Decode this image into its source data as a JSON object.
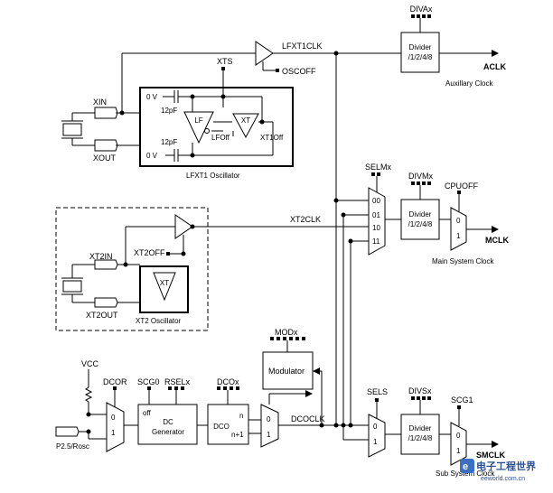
{
  "aclk": {
    "divider_ctrl": "DIVAx",
    "divider_l1": "Divider",
    "divider_l2": "/1/2/4/8",
    "output": "ACLK",
    "caption": "Auxillary Clock"
  },
  "lfxt1": {
    "clk": "LFXT1CLK",
    "xts": "XTS",
    "oscoff": "OSCOFF",
    "xin": "XIN",
    "xout": "XOUT",
    "ov_top": "0 V",
    "ov_bot": "0 V",
    "cap_top": "12pF",
    "cap_bot": "12pF",
    "lf": "LF",
    "xt": "XT",
    "lfoff": "LFOff",
    "xt1off": "XT1Off",
    "caption": "LFXT1 Oscillator"
  },
  "mclk": {
    "selm": "SELMx",
    "opt00": "00",
    "opt01": "01",
    "opt10": "10",
    "opt11": "11",
    "divm": "DIVMx",
    "div_l1": "Divider",
    "div_l2": "/1/2/4/8",
    "cpuoff": "CPUOFF",
    "mux0": "0",
    "mux1": "1",
    "output": "MCLK",
    "caption": "Main System Clock"
  },
  "xt2": {
    "clk": "XT2CLK",
    "xt2off": "XT2OFF",
    "xt2in": "XT2IN",
    "xt2out": "XT2OUT",
    "xt": "XT",
    "caption": "XT2 Oscillator"
  },
  "dco": {
    "vcc": "VCC",
    "dcor": "DCOR",
    "scg0": "SCG0",
    "rsel": "RSELx",
    "dcox": "DCOx",
    "modx": "MODx",
    "modulator": "Modulator",
    "gen_l1": "DC",
    "gen_l2": "Generator",
    "dco": "DCO",
    "off": "off",
    "n": "n",
    "n1": "n+1",
    "mux0": "0",
    "mux1": "1",
    "mux2_0": "0",
    "mux2_1": "1",
    "dcoclk": "DCOCLK",
    "pin": "P2.5/Rosc"
  },
  "smclk": {
    "sels": "SELS",
    "mux0": "0",
    "mux1": "1",
    "divs": "DIVSx",
    "div_l1": "Divider",
    "div_l2": "/1/2/4/8",
    "scg1": "SCG1",
    "omux0": "0",
    "omux1": "1",
    "output": "SMCLK",
    "caption": "Sub System Clock"
  },
  "watermark": {
    "cn": "电子工程世界",
    "url": "eeworld.com.cn"
  }
}
